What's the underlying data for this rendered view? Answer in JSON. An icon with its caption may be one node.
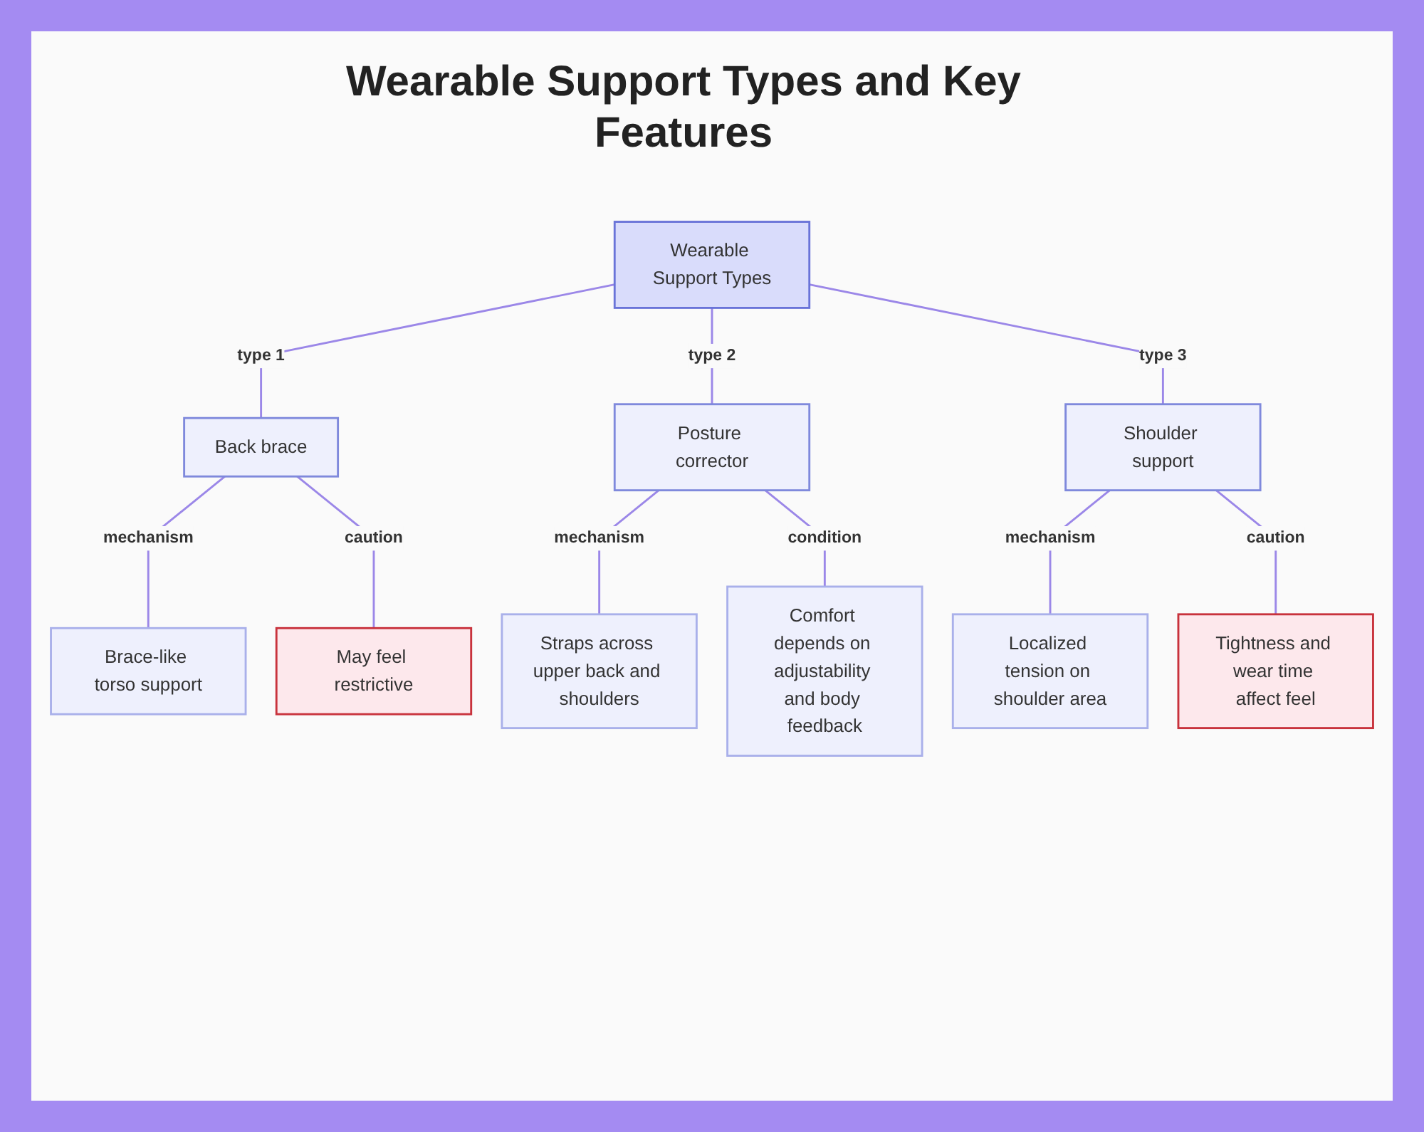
{
  "diagram": {
    "title": "Wearable Support Types and Key Features",
    "nodes": [
      {
        "text": [
          "Wearable Support Types"
        ]
      },
      {
        "text": [
          "Back brace"
        ]
      },
      {
        "text": [
          "Posture corrector"
        ]
      },
      {
        "text": [
          "Shoulder support"
        ]
      },
      {
        "text": [
          "Brace-like torso support"
        ]
      },
      {
        "text": [
          "May feel restrictive"
        ]
      },
      {
        "text": [
          "Straps across upper back and shoulders"
        ]
      },
      {
        "text": [
          "Comfort depends on adjustability and body feedback"
        ]
      },
      {
        "text": [
          "Localized tension on shoulder area"
        ]
      },
      {
        "text": [
          "Tightness and wear time affect feel"
        ]
      }
    ],
    "edges": [
      {
        "from": 0,
        "to": 1,
        "arrow": "none",
        "label": "type 1"
      },
      {
        "from": 0,
        "to": 2,
        "arrow": "none",
        "label": "type 2"
      },
      {
        "from": 0,
        "to": 3,
        "arrow": "none",
        "label": "type 3"
      },
      {
        "from": 1,
        "to": 4,
        "arrow": "none",
        "label": "mechanism"
      },
      {
        "from": 1,
        "to": 5,
        "arrow": "none",
        "label": "caution"
      },
      {
        "from": 2,
        "to": 6,
        "arrow": "none",
        "label": "mechanism"
      },
      {
        "from": 2,
        "to": 7,
        "arrow": "none",
        "label": "condition"
      },
      {
        "from": 3,
        "to": 8,
        "arrow": "none",
        "label": "mechanism"
      },
      {
        "from": 3,
        "to": 9,
        "arrow": "none",
        "label": "caution"
      }
    ]
  }
}
